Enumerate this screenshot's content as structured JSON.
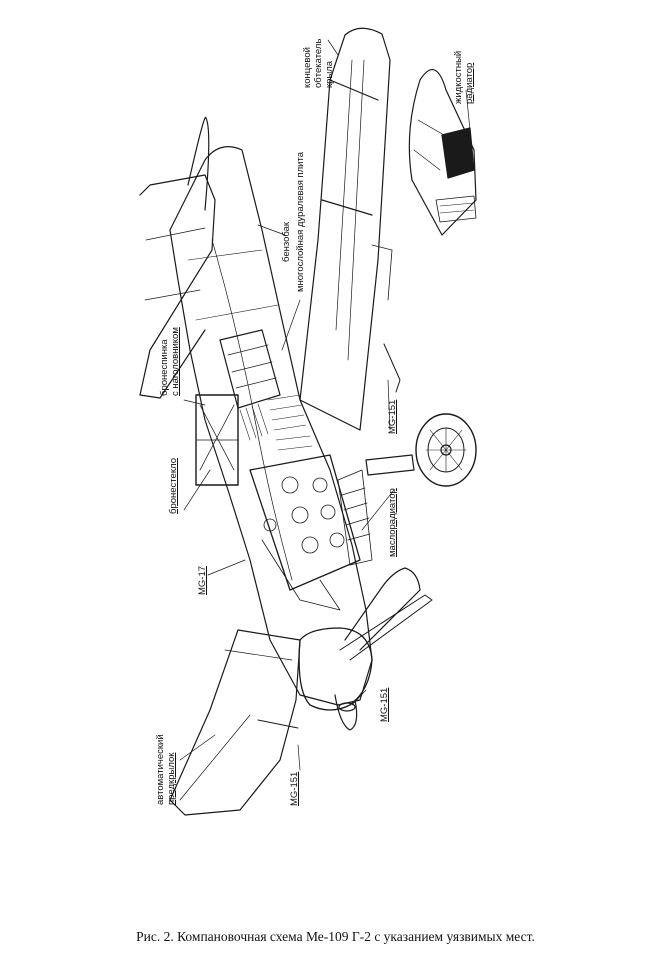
{
  "figure": {
    "caption": "Рис. 2. Компановочная схема Ме-109 Г-2 с указанием уязвимых мест."
  },
  "labels": {
    "wingtip_fairing": [
      "концевой",
      "обтекатель",
      "крыла"
    ],
    "coolant_radiator": [
      "жидкостный",
      "радиатор"
    ],
    "fuel_tank": "бензобак",
    "dural_plate": "многослойная дуралевая плита",
    "armor_headrest": [
      "бронеспинка",
      "с наголовником"
    ],
    "armor_glass": "бронестекло",
    "mg151_wing": "MG-151",
    "oil_radiator": "маслорадиатор",
    "mg17": "MG-17",
    "mg151_nose": "MG-151",
    "auto_slat": [
      "автоматический",
      "предкрылок"
    ],
    "mg151_lower": "MG-151"
  }
}
